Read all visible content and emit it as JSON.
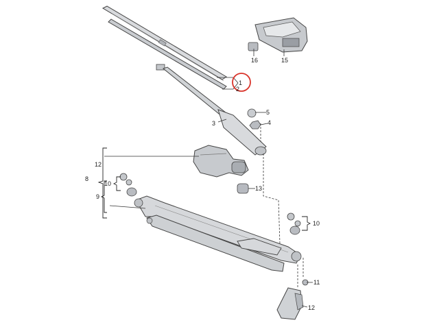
{
  "callouts": {
    "c1": "1",
    "c2": "2",
    "c3": "3",
    "c4": "4",
    "c5": "5",
    "c8": "8",
    "c9": "9",
    "c10a": "10",
    "c10b": "10",
    "c11": "11",
    "c12a": "12",
    "c12b": "12",
    "c13": "13",
    "c15": "15",
    "c16": "16"
  },
  "colors": {
    "highlight_ring": "#d9342b",
    "part_fill": "#d8dadd",
    "part_dark": "#9a9ea4",
    "line": "#333333"
  }
}
